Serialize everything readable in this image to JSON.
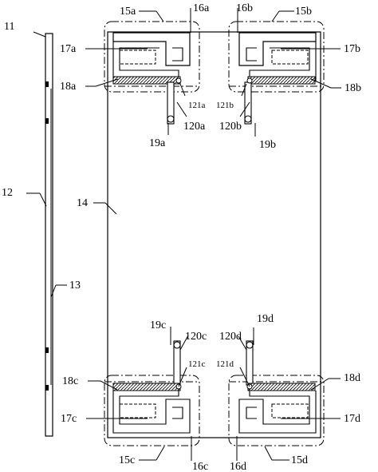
{
  "labels": {
    "l11": "11",
    "l12": "12",
    "l13": "13",
    "l14": "14",
    "l15a": "15a",
    "l15b": "15b",
    "l15c": "15c",
    "l15d": "15d",
    "l16a": "16a",
    "l16b": "16b",
    "l16c": "16c",
    "l16d": "16d",
    "l17a": "17a",
    "l17b": "17b",
    "l17c": "17c",
    "l17d": "17d",
    "l18a": "18a",
    "l18b": "18b",
    "l18c": "18c",
    "l18d": "18d",
    "l19a": "19a",
    "l19b": "19b",
    "l19c": "19c",
    "l19d": "19d",
    "l120a": "120a",
    "l120b": "120b",
    "l120c": "120c",
    "l120d": "120d",
    "l121a": "121a",
    "l121b": "121b",
    "l121c": "121c",
    "l121d": "121d"
  }
}
